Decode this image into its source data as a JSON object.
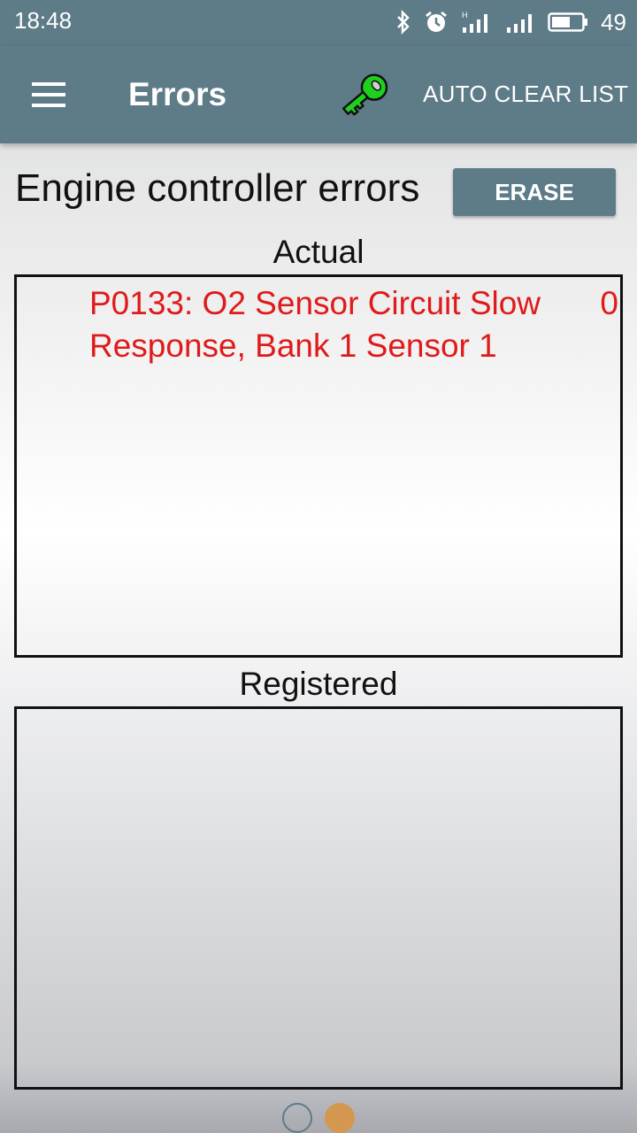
{
  "status_bar": {
    "time": "18:48",
    "battery_level": "49",
    "signal_label_1": "H"
  },
  "app_bar": {
    "title": "Errors",
    "auto_clear_label": "AUTO CLEAR LIST",
    "key_icon_color": "#1fd11f"
  },
  "main": {
    "section_title": "Engine controller errors",
    "erase_label": "ERASE",
    "actual_label": "Actual",
    "registered_label": "Registered",
    "actual_errors": [
      {
        "text": "P0133: O2 Sensor Circuit Slow Response, Bank 1 Sensor 1",
        "count": "0"
      }
    ],
    "registered_errors": []
  },
  "page_indicator": {
    "pages": 2,
    "active": 2
  },
  "colors": {
    "primary": "#5e7b88",
    "error_text": "#e01a1a",
    "active_dot": "#d4974f"
  }
}
